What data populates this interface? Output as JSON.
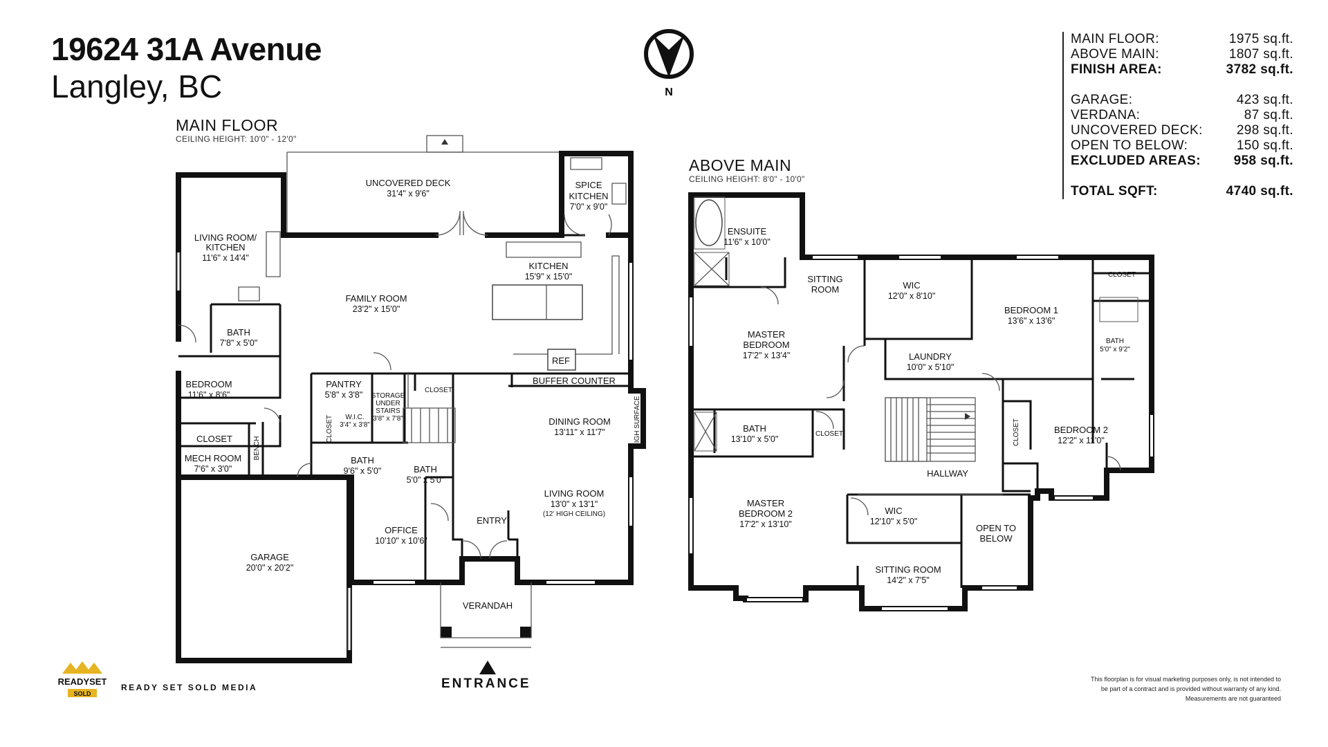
{
  "header": {
    "address": "19624 31A Avenue",
    "city": "Langley, BC"
  },
  "compass": {
    "label": "N",
    "icon": "north-arrow-icon"
  },
  "area_table": {
    "rows": [
      {
        "label": "MAIN FLOOR:",
        "value": "1975 sq.ft.",
        "bold": false
      },
      {
        "label": "ABOVE MAIN:",
        "value": "1807 sq.ft.",
        "bold": false
      },
      {
        "label": "FINISH AREA:",
        "value": "3782 sq.ft.",
        "bold": true
      },
      {
        "label": "GARAGE:",
        "value": "423 sq.ft.",
        "bold": false
      },
      {
        "label": "VERDANA:",
        "value": "87 sq.ft.",
        "bold": false
      },
      {
        "label": "UNCOVERED DECK:",
        "value": "298 sq.ft.",
        "bold": false
      },
      {
        "label": "OPEN TO BELOW:",
        "value": "150 sq.ft.",
        "bold": false
      },
      {
        "label": "EXCLUDED AREAS:",
        "value": "958 sq.ft.",
        "bold": true
      },
      {
        "label": "TOTAL SQFT:",
        "value": "4740 sq.ft.",
        "bold": true
      }
    ]
  },
  "main_floor": {
    "title": "MAIN FLOOR",
    "ceiling": "CEILING HEIGHT: 10'0\" - 12'0\"",
    "rooms": [
      {
        "name": "UNCOVERED DECK",
        "dim": "31'4\" x 9'6\""
      },
      {
        "name": "SPICE",
        "name2": "KITCHEN",
        "dim": "7'0\" x 9'0\""
      },
      {
        "name": "LIVING ROOM/",
        "name2": "KITCHEN",
        "dim": "11'6\" x 14'4\""
      },
      {
        "name": "KITCHEN",
        "dim": "15'9\" x 15'0\""
      },
      {
        "name": "FAMILY ROOM",
        "dim": "23'2\" x 15'0\""
      },
      {
        "name": "BATH",
        "dim": "7'8\" x 5'0\""
      },
      {
        "name": "REF"
      },
      {
        "name": "BUFFER COUNTER"
      },
      {
        "name": "BEDROOM",
        "dim": "11'6\" x 8'6\""
      },
      {
        "name": "PANTRY",
        "dim": "5'8\" x 3'8\""
      },
      {
        "name": "STORAGE",
        "name2": "UNDER",
        "name3": "STAIRS",
        "dim": "3'8\" x 7'8\""
      },
      {
        "name": "CLOSET"
      },
      {
        "name": "DINING ROOM",
        "dim": "13'11\" x 11'7\""
      },
      {
        "name": "HIGH SURFACE"
      },
      {
        "name": "CLOSET"
      },
      {
        "name": "CLOSET"
      },
      {
        "name": "W.I.C.",
        "dim": "3'4\" x 3'8\""
      },
      {
        "name": "BENCH"
      },
      {
        "name": "MECH ROOM",
        "dim": "7'6\" x 3'0\""
      },
      {
        "name": "BATH",
        "dim": "9'6\" x 5'0\""
      },
      {
        "name": "BATH",
        "dim": "5'0\" x 5'0\""
      },
      {
        "name": "LIVING ROOM",
        "dim": "13'0\" x 13'1\"",
        "note": "(12' HIGH CEILING)"
      },
      {
        "name": "GARAGE",
        "dim": "20'0\" x 20'2\""
      },
      {
        "name": "OFFICE",
        "dim": "10'10\" x 10'6\""
      },
      {
        "name": "ENTRY"
      },
      {
        "name": "VERANDAH"
      }
    ]
  },
  "above_main": {
    "title": "ABOVE MAIN",
    "ceiling": "CEILING HEIGHT: 8'0\" - 10'0\"",
    "rooms": [
      {
        "name": "ENSUITE",
        "dim": "11'6\" x 10'0\""
      },
      {
        "name": "SITTING",
        "name2": "ROOM"
      },
      {
        "name": "WIC",
        "dim": "12'0\" x 8'10\""
      },
      {
        "name": "CLOSET"
      },
      {
        "name": "BEDROOM 1",
        "dim": "13'6\" x 13'6\""
      },
      {
        "name": "MASTER",
        "name2": "BEDROOM",
        "dim": "17'2\" x 13'4\""
      },
      {
        "name": "BATH",
        "dim": "5'0\" x 9'2\""
      },
      {
        "name": "LAUNDRY",
        "dim": "10'0\" x 5'10\""
      },
      {
        "name": "BATH",
        "dim": "13'10\" x 5'0\""
      },
      {
        "name": "CLOSET"
      },
      {
        "name": "CLOSET"
      },
      {
        "name": "BEDROOM 2",
        "dim": "12'2\" x 11'0\""
      },
      {
        "name": "HALLWAY"
      },
      {
        "name": "MASTER",
        "name2": "BEDROOM 2",
        "dim": "17'2\" x 13'10\""
      },
      {
        "name": "WIC",
        "dim": "12'10\" x 5'0\""
      },
      {
        "name": "OPEN TO",
        "name2": "BELOW"
      },
      {
        "name": "SITTING ROOM",
        "dim": "14'2\" x 7'5\""
      }
    ]
  },
  "entrance": "ENTRANCE",
  "brand": "READY SET SOLD MEDIA",
  "logo": {
    "line1": "READYSET",
    "line2": "SOLD",
    "icon": "mountain-logo-icon"
  },
  "disclaimer": [
    "This floorplan is for visual marketing purposes only, is not intended to",
    "be part of a contract and is provided without warranty of any kind.",
    "Measurements are not guaranteed"
  ]
}
